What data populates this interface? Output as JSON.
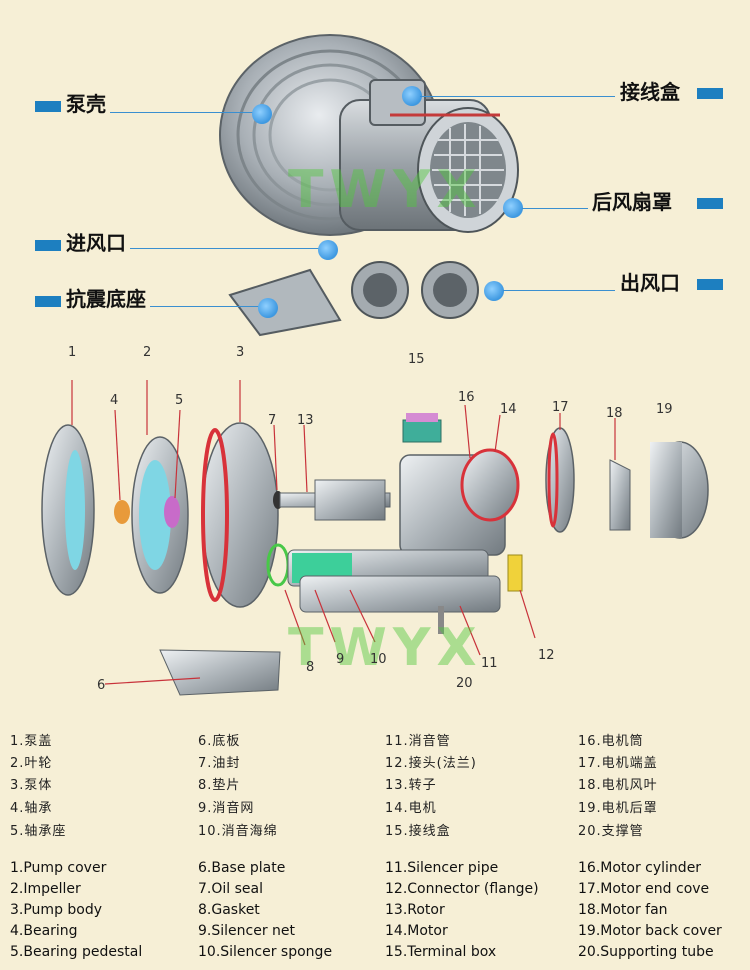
{
  "top_labels": {
    "pump_casing": "泵壳",
    "air_inlet": "进风口",
    "base": "抗震底座",
    "junction_box": "接线盒",
    "rear_fan_cover": "后风扇罩",
    "air_outlet": "出风口"
  },
  "watermark": "TWYX",
  "part_numbers": [
    "1",
    "2",
    "3",
    "4",
    "5",
    "6",
    "7",
    "8",
    "9",
    "10",
    "11",
    "12",
    "13",
    "14",
    "15",
    "16",
    "17",
    "18",
    "19",
    "20"
  ],
  "legend_cn": [
    [
      "1.泵盖",
      "6.底板",
      "11.消音管",
      "16.电机筒"
    ],
    [
      "2.叶轮",
      "7.油封",
      "12.接头(法兰)",
      "17.电机端盖"
    ],
    [
      "3.泵体",
      "8.垫片",
      "13.转子",
      "18.电机风叶"
    ],
    [
      "4.轴承",
      "9.消音网",
      "14.电机",
      "19.电机后罩"
    ],
    [
      "5.轴承座",
      "10.消音海绵",
      "15.接线盒",
      "20.支撑管"
    ]
  ],
  "legend_en": [
    [
      "1.Pump cover",
      "6.Base plate",
      "11.Silencer pipe",
      "16.Motor cylinder"
    ],
    [
      "2.Impeller",
      "7.Oil seal",
      "12.Connector (flange)",
      "17.Motor end cove"
    ],
    [
      "3.Pump body",
      "8.Gasket",
      "13.Rotor",
      "18.Motor fan"
    ],
    [
      "4.Bearing",
      "9.Silencer net",
      "14.Motor",
      "19.Motor back cover"
    ],
    [
      "5.Bearing pedestal",
      "10.Silencer sponge",
      "15.Terminal box",
      "20.Supporting tube"
    ]
  ]
}
